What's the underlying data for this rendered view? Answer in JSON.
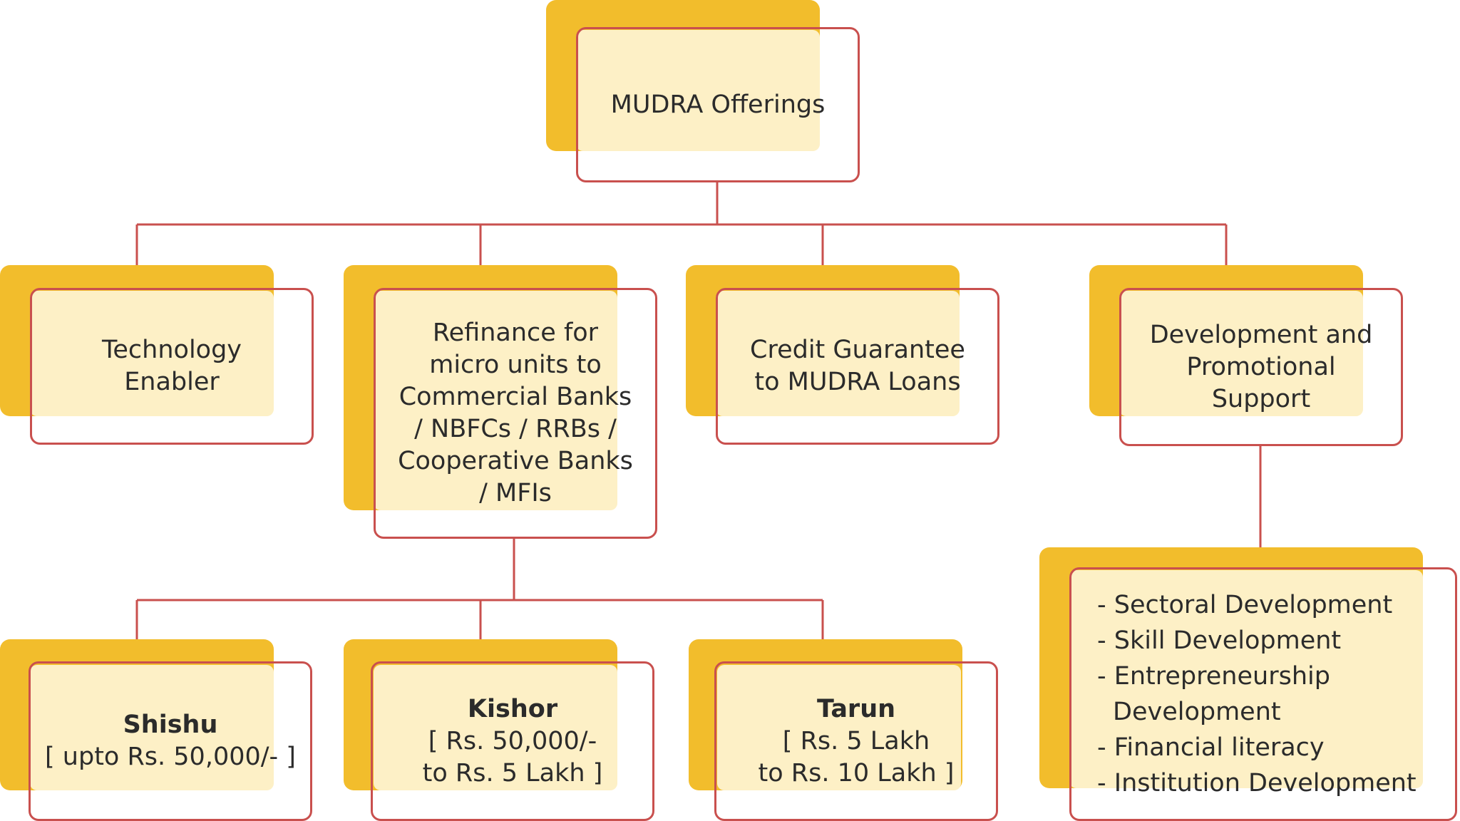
{
  "root": {
    "label": "MUDRA Offerings"
  },
  "offerings": [
    {
      "lines": [
        "Technology",
        "Enabler"
      ]
    },
    {
      "lines": [
        "Refinance for",
        "micro units to",
        "Commercial Banks",
        "/ NBFCs / RRBs /",
        "Cooperative Banks",
        "/ MFIs"
      ]
    },
    {
      "lines": [
        "Credit Guarantee",
        "to MUDRA Loans"
      ]
    },
    {
      "lines": [
        "Development and",
        "Promotional",
        "Support"
      ]
    }
  ],
  "loan_categories": [
    {
      "name": "Shishu",
      "range": [
        "[ upto Rs. 50,000/- ]"
      ]
    },
    {
      "name": "Kishor",
      "range": [
        "[ Rs. 50,000/-",
        "to Rs. 5 Lakh ]"
      ]
    },
    {
      "name": "Tarun",
      "range": [
        "[ Rs. 5 Lakh",
        "to Rs. 10 Lakh ]"
      ]
    }
  ],
  "support_areas": [
    [
      "- Sectoral Development"
    ],
    [
      "- Skill Development"
    ],
    [
      "- Entrepreneurship",
      "Development"
    ],
    [
      "- Financial literacy"
    ],
    [
      "- Institution Development"
    ]
  ],
  "colors": {
    "accent": "#f2bd2c",
    "fill": "#fdf0c6",
    "border": "#c9504e"
  }
}
